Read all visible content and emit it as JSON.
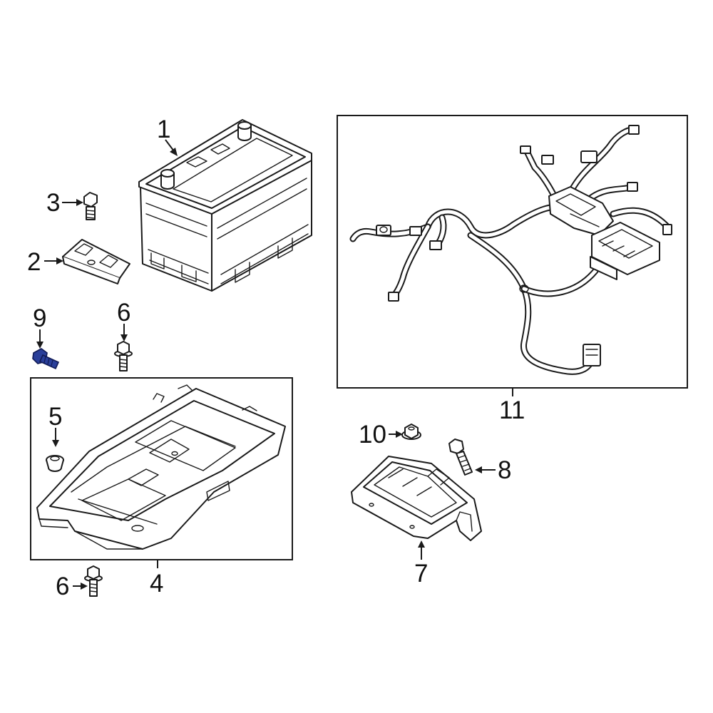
{
  "callouts": {
    "c1": "1",
    "c2": "2",
    "c3": "3",
    "c4": "4",
    "c5": "5",
    "c6a": "6",
    "c6b": "6",
    "c7": "7",
    "c8": "8",
    "c9": "9",
    "c10": "10",
    "c11": "11"
  },
  "highlight": {
    "part": "9",
    "color": "#2a3f9a"
  },
  "icons": {
    "battery": "battery-icon",
    "bolt": "bolt-icon",
    "bracket": "hold-down-bracket-icon",
    "tray": "battery-tray-icon",
    "grommet": "grommet-icon",
    "nut": "flange-nut-icon",
    "support": "support-bracket-icon",
    "harness": "wiring-harness-icon"
  }
}
